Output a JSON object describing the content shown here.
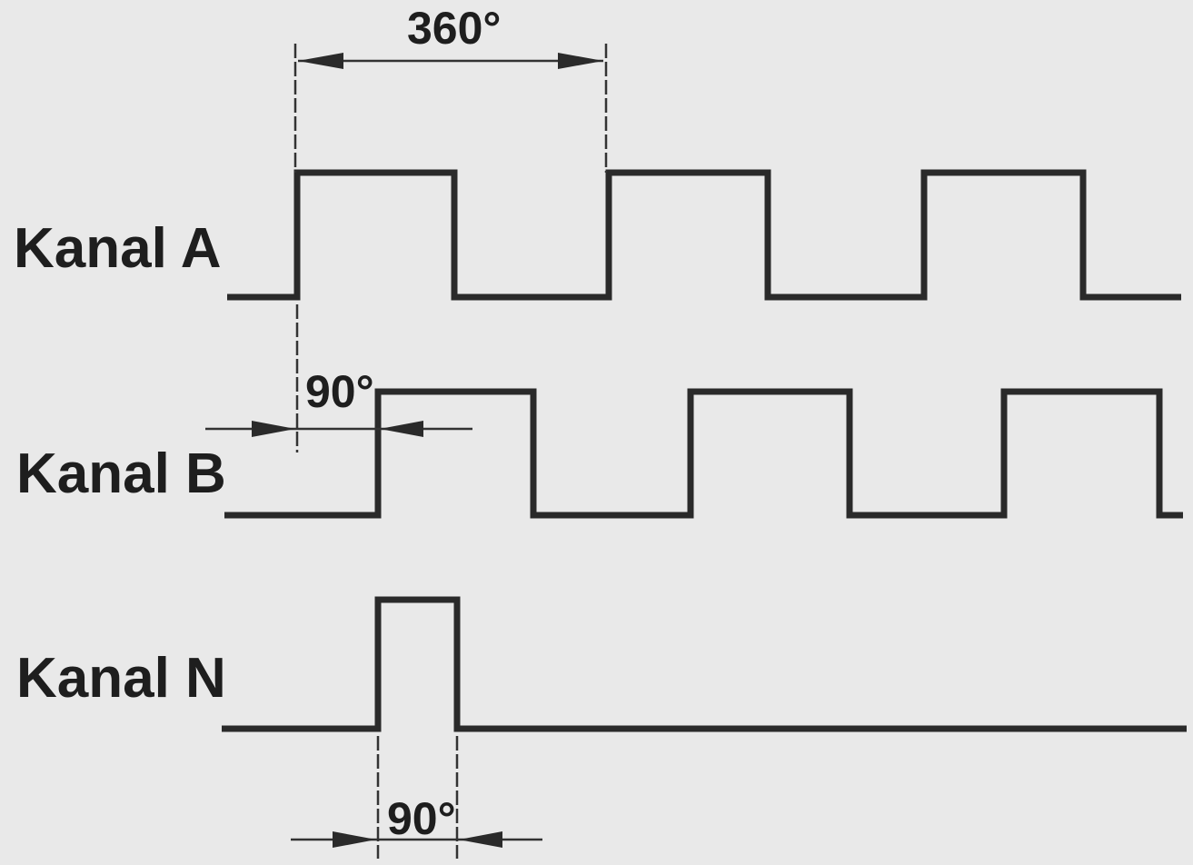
{
  "channels": [
    {
      "label": "Kanal A"
    },
    {
      "label": "Kanal B"
    },
    {
      "label": "Kanal N"
    }
  ],
  "dimensions": {
    "period": "360°",
    "phase_shift": "90°",
    "index_width": "90°"
  },
  "colors": {
    "background": "#e9e9e9",
    "ink": "#2a2a2a"
  }
}
